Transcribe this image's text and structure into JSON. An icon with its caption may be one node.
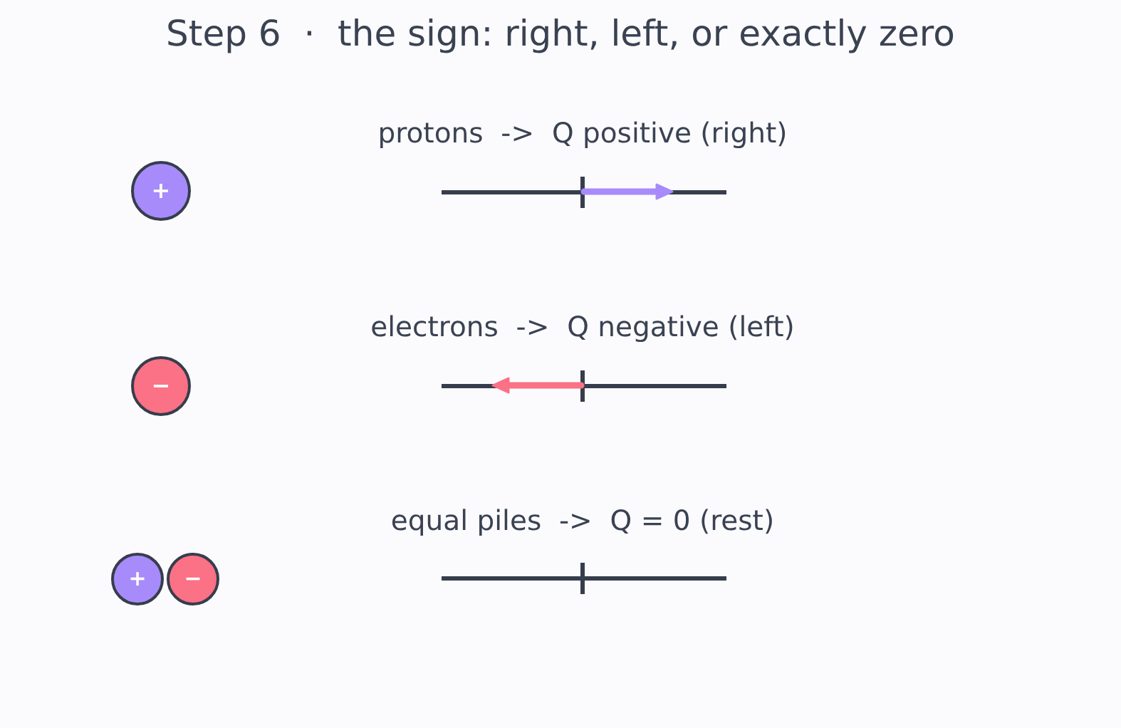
{
  "diagram": {
    "title": "Step 6  ·  the sign: right, left, or exactly zero",
    "nodes": [
      {
        "text": [
          "+"
        ]
      },
      {
        "text": [
          "−"
        ]
      },
      {
        "text": [
          "+"
        ]
      },
      {
        "text": [
          "−"
        ]
      }
    ],
    "labels": [
      "protons  ->  Q positive (right)",
      "electrons  ->  Q negative (left)",
      "equal piles  ->  Q = 0 (rest)"
    ]
  }
}
